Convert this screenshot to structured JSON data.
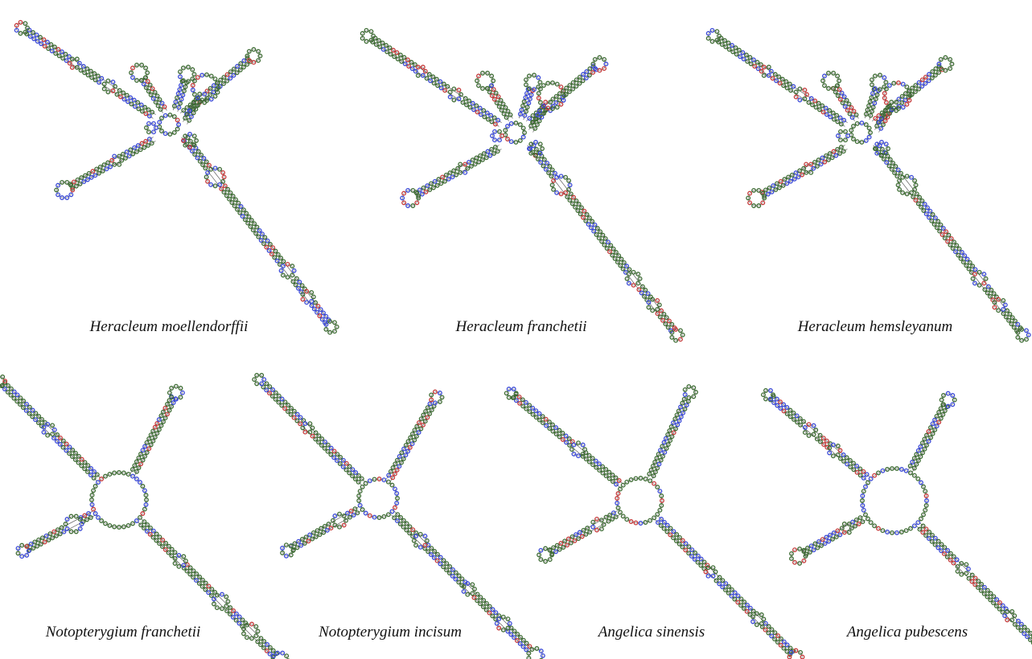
{
  "palette": {
    "green": "#3d6b33",
    "blue": "#3a49d6",
    "red": "#c43a3a",
    "backbone": "#444444",
    "label": "#111111"
  },
  "panels": [
    {
      "id": "hm",
      "label": "Heracleum moellendorffii",
      "type": "heracleum"
    },
    {
      "id": "hf",
      "label": "Heracleum franchetii",
      "type": "heracleum"
    },
    {
      "id": "hh",
      "label": "Heracleum hemsleyanum",
      "type": "heracleum"
    },
    {
      "id": "nf",
      "label": "Notopterygium franchetii",
      "type": "cross"
    },
    {
      "id": "ni",
      "label": "Notopterygium incisum",
      "type": "cross"
    },
    {
      "id": "as",
      "label": "Angelica sinensis",
      "type": "cross"
    },
    {
      "id": "ap",
      "label": "Angelica pubescens",
      "type": "cross"
    }
  ]
}
